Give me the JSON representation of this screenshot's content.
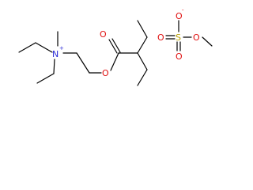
{
  "structures": {
    "cation": {
      "nitrogen": {
        "symbol": "N",
        "charge": "+"
      },
      "ester_oxygen": "O",
      "carbonyl_oxygen": "O"
    },
    "anion": {
      "sulfur": "S",
      "oxide_oxygen": {
        "symbol": "O",
        "charge": "-"
      },
      "double_oxygen_top": "O",
      "double_oxygen_bottom": "O",
      "methoxy_oxygen": "O"
    }
  },
  "colors": {
    "bond": "#000000",
    "nitrogen": "#2b2bd6",
    "oxygen": "#e01010",
    "sulfur": "#b8a100"
  }
}
